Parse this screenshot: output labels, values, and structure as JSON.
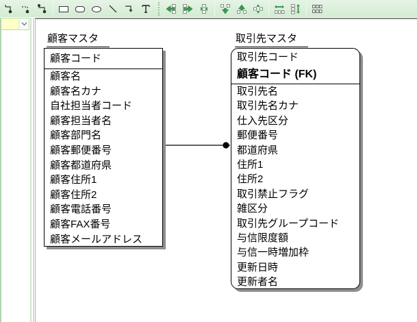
{
  "colors": {
    "toolbar_bg": "#d9efd9",
    "toolbar_arrow_green": "#3d9950",
    "combobox_field_yellow": "#ffffc8",
    "entity_border": "#000000",
    "entity_shadow": "#8f8f8f",
    "canvas_bg": "#ffffff"
  },
  "toolbar": {
    "icons": [
      "identifying-relationship-icon",
      "non-identifying-relationship-icon",
      "relationship-both-ends-icon",
      "rectangle-icon",
      "rounded-rectangle-icon",
      "ellipse-icon",
      "line-icon",
      "polyline-arrow-icon",
      "text-icon",
      "align-left-icon",
      "align-right-icon",
      "align-center-horizontal-icon",
      "align-top-icon",
      "align-bottom-icon",
      "align-middle-vertical-icon",
      "equal-horizontal-spacing-icon",
      "equal-vertical-spacing-icon",
      "arrange-grid-icon"
    ]
  },
  "left_panel": {
    "selector_value": ""
  },
  "diagram": {
    "entities": [
      {
        "title": "顧客マスタ",
        "shape": "rectangle",
        "primary_keys": [
          {
            "label": "顧客コード",
            "bold": false
          }
        ],
        "attributes": [
          "顧客名",
          "顧客名カナ",
          "自社担当者コード",
          "顧客担当者名",
          "顧客部門名",
          "顧客郵便番号",
          "顧客都道府県",
          "顧客住所1",
          "顧客住所2",
          "顧客電話番号",
          "顧客FAX番号",
          "顧客メールアドレス"
        ]
      },
      {
        "title": "取引先マスタ",
        "shape": "rounded-rectangle",
        "primary_keys": [
          {
            "label": "取引先コード",
            "bold": false
          },
          {
            "label": "顧客コード (FK)",
            "bold": true
          }
        ],
        "attributes": [
          "取引先名",
          "取引先名カナ",
          "仕入先区分",
          "郵便番号",
          "都道府県",
          "住所1",
          "住所2",
          "取引禁止フラグ",
          "雑区分",
          "取引先グループコード",
          "与信限度額",
          "与信一時増加枠",
          "更新日時",
          "更新者名"
        ]
      }
    ],
    "relationship": {
      "from": "顧客マスタ",
      "to": "取引先マスタ",
      "line_style": "solid",
      "child_end_marker": "filled-circle"
    }
  }
}
